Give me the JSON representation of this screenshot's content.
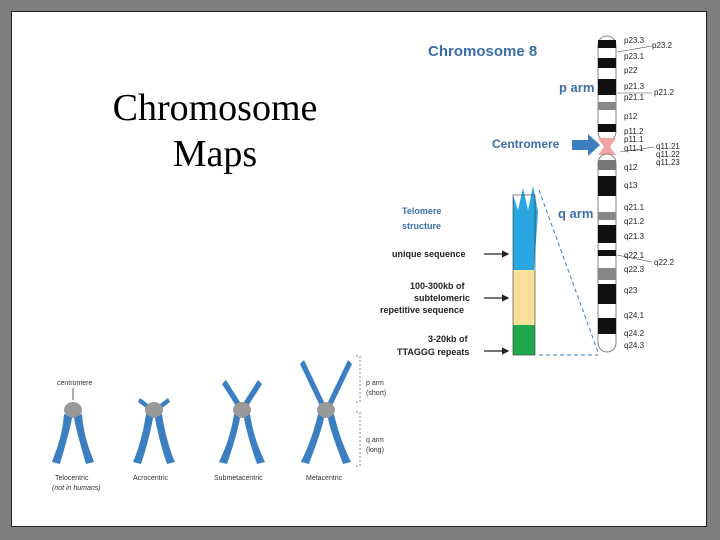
{
  "slide": {
    "title_line1": "Chromosome",
    "title_line2": "Maps"
  },
  "chromosome": {
    "title": "Chromosome 8",
    "p_arm": "p arm",
    "centromere": "Centromere",
    "q_arm": "q arm",
    "bands_left": [
      "p23.3",
      "p23.1",
      "p22",
      "p21.3",
      "p21.1",
      "p12",
      "p11.2",
      "p11.1",
      "q11.1",
      "q12",
      "q13",
      "q21.1",
      "q21.2",
      "q21.3",
      "q22.1",
      "q22.3",
      "q23",
      "q24.1",
      "q24.2",
      "q24.3"
    ],
    "bands_right": [
      "p23.2",
      "p21.2",
      "q11.21",
      "q11.22",
      "q11.23",
      "q22.2"
    ]
  },
  "telomere": {
    "title_line1": "Telomere",
    "title_line2": "structure",
    "unique": "unique sequence",
    "sub_line1": "100-300kb of",
    "sub_line2": "subtelomeric",
    "sub_line3": "repetitive sequence",
    "rep_line1": "3-20kb of",
    "rep_line2": "TTAGGG repeats",
    "colors": {
      "unique": "#29a6e0",
      "subtelomeric": "#f8e09a",
      "repeats": "#22a84c"
    }
  },
  "types": {
    "centromere": "centromere",
    "p_arm_line1": "p arm",
    "p_arm_line2": "(short)",
    "q_arm_line1": "q arm",
    "q_arm_line2": "(long)",
    "telocentric": "Telocentric",
    "telocentric_note": "(not in humans)",
    "acrocentric": "Acrocentric",
    "submetacentric": "Submetacentric",
    "metacentric": "Metacentric"
  }
}
